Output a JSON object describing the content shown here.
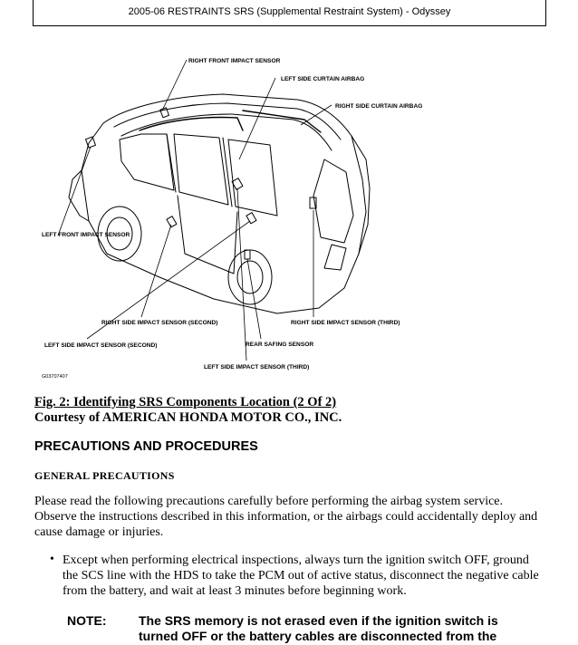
{
  "header": {
    "title": "2005-06 RESTRAINTS SRS (Supplemental Restraint System) - Odyssey"
  },
  "figure": {
    "labels": {
      "right_front_impact_sensor": "RIGHT FRONT IMPACT SENSOR",
      "left_side_curtain_airbag": "LEFT SIDE CURTAIN AIRBAG",
      "right_side_curtain_airbag": "RIGHT SIDE CURTAIN AIRBAG",
      "left_front_impact_sensor": "LEFT FRONT IMPACT SENSOR",
      "right_side_impact_sensor_second": "RIGHT SIDE IMPACT SENSOR (SECOND)",
      "right_side_impact_sensor_third": "RIGHT SIDE IMPACT SENSOR (THIRD)",
      "left_side_impact_sensor_second": "LEFT SIDE IMPACT SENSOR (SECOND)",
      "rear_safing_sensor": "REAR SAFING SENSOR",
      "left_side_impact_sensor_third": "LEFT SIDE IMPACT SENSOR (THIRD)"
    },
    "figure_id": "G03707407"
  },
  "caption": {
    "title": "Fig. 2: Identifying SRS Components Location (2 Of 2)",
    "courtesy": "Courtesy of AMERICAN HONDA MOTOR CO., INC."
  },
  "section": {
    "heading": "PRECAUTIONS AND PROCEDURES",
    "subheading": "GENERAL PRECAUTIONS",
    "intro": "Please read the following precautions carefully before performing the airbag system service. Observe the instructions described in this information, or the airbags could accidentally deploy and cause damage or injuries.",
    "bullets": [
      "Except when performing electrical inspections, always turn the ignition switch OFF, ground the SCS line with the HDS to take the PCM out of active status, disconnect the negative cable from the battery, and wait at least 3 minutes before beginning work."
    ],
    "note": {
      "label": "NOTE:",
      "text": "The SRS memory is not erased even if the ignition switch is turned OFF or the battery cables are disconnected from the"
    }
  }
}
